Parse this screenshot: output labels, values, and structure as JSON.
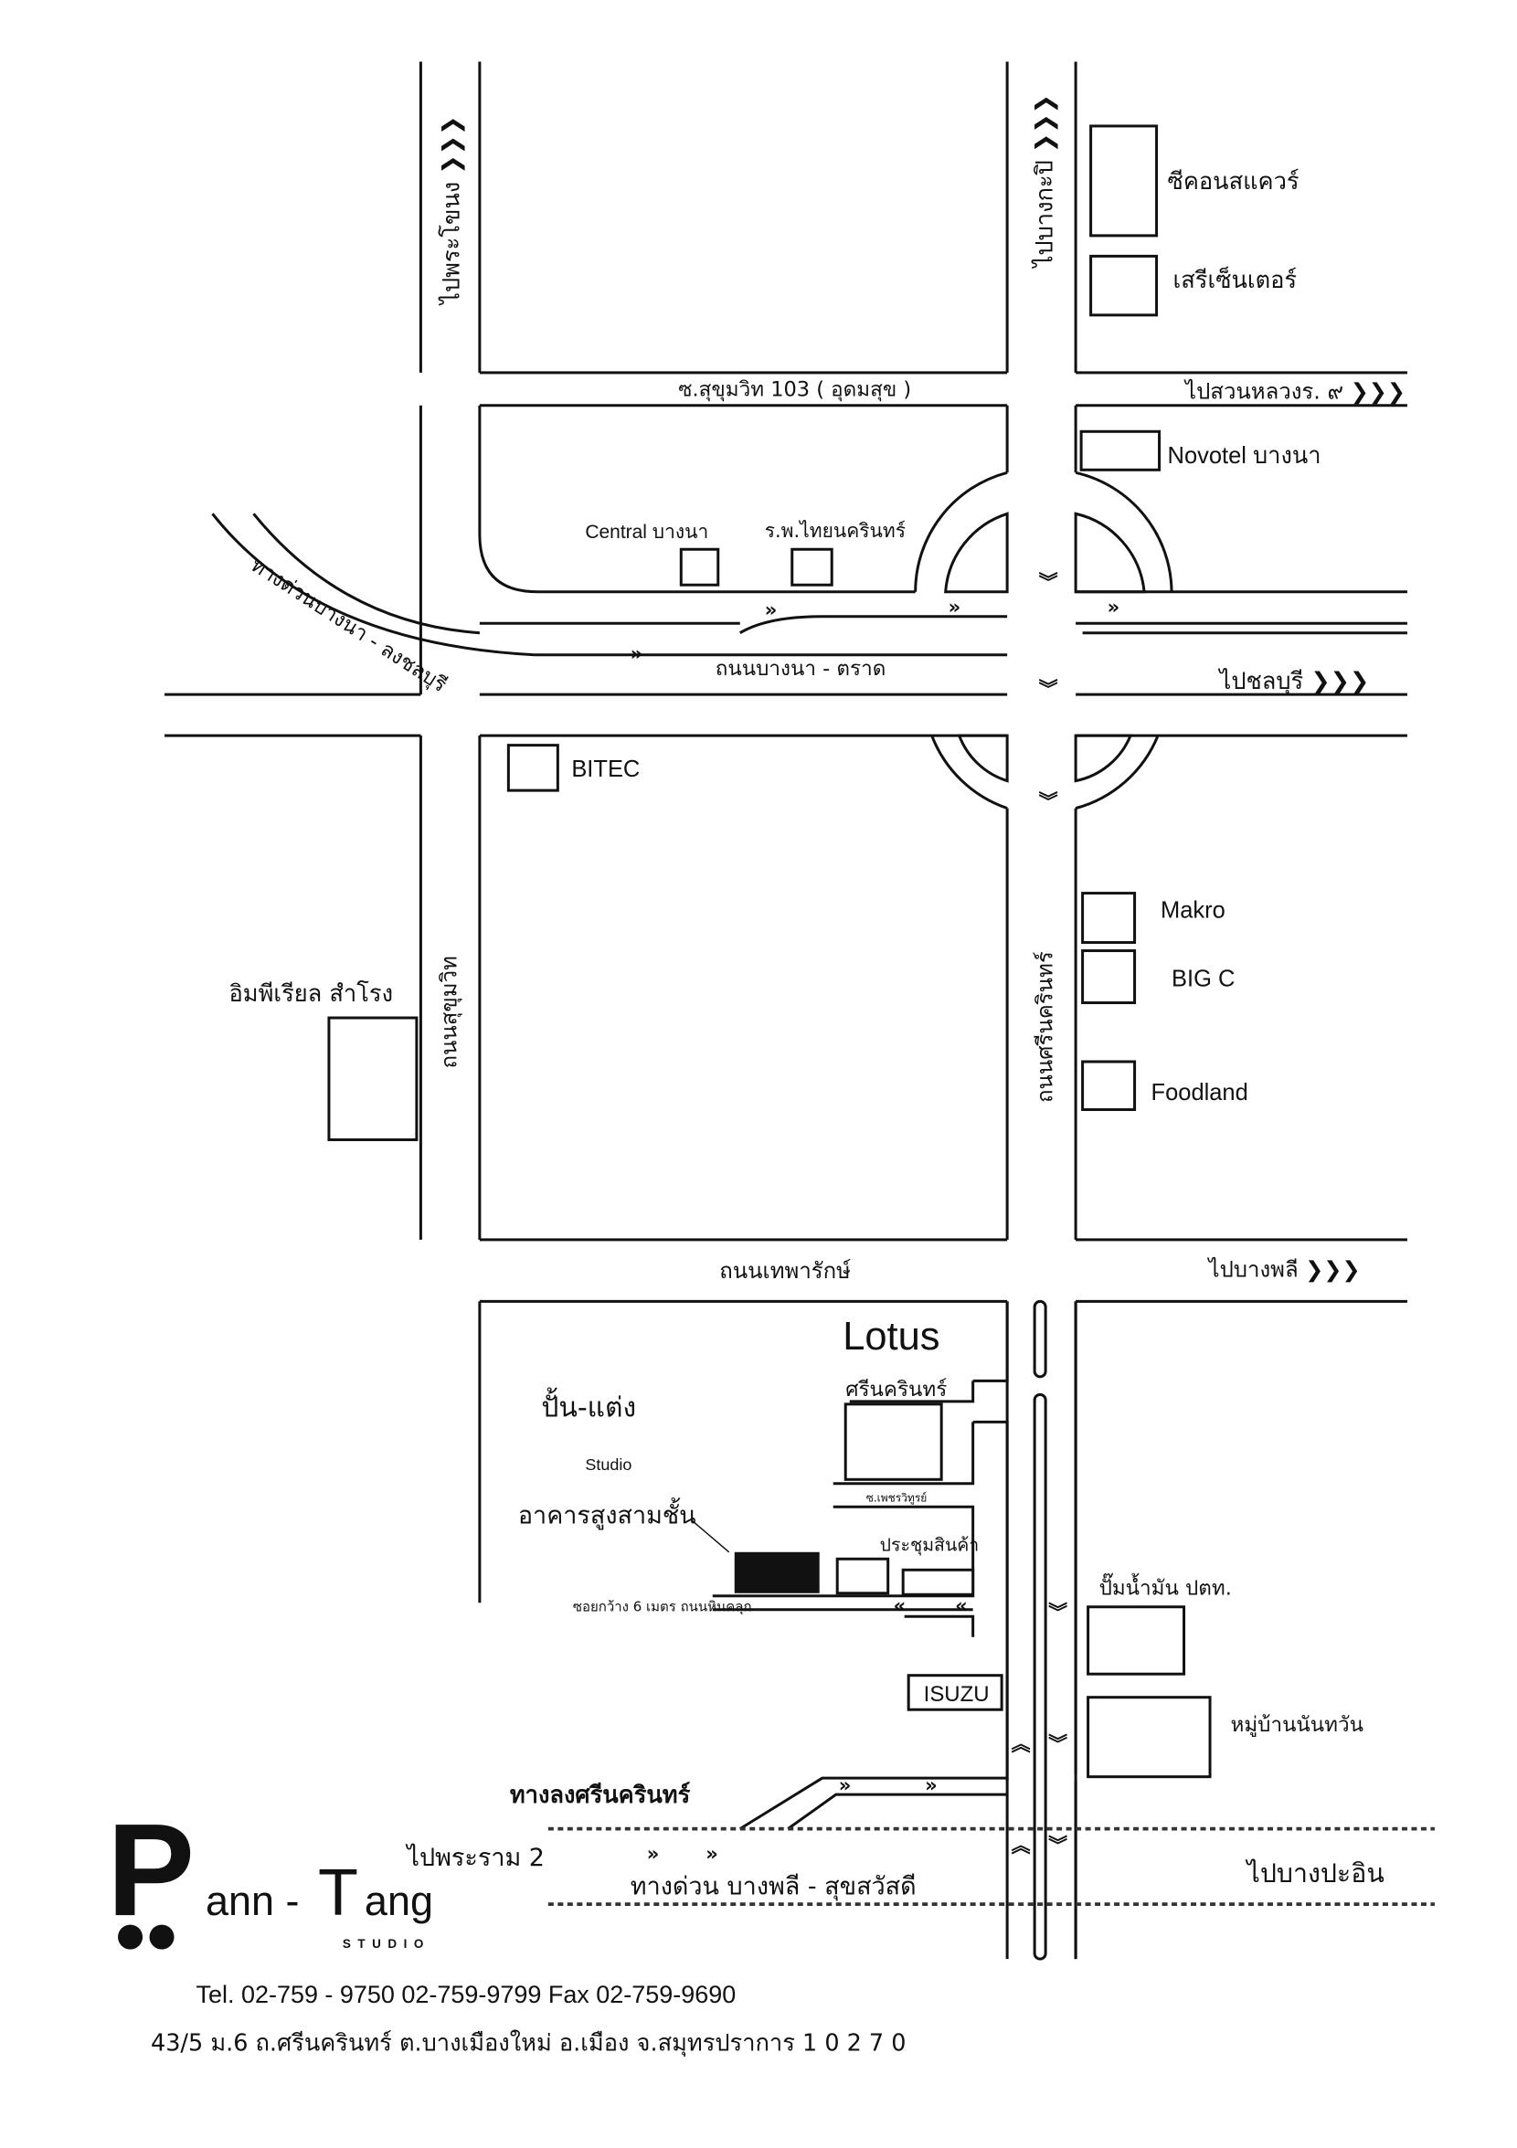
{
  "directions": {
    "to_phra_khanong": "ไปพระโขนง ❯❯❯",
    "to_bang_kapi": "ไปบางกะปิ ❯❯❯",
    "to_suan_luang": "ไปสวนหลวงร. ๙ ❯❯❯",
    "to_chonburi": "ไปชลบุรี ❯❯❯",
    "to_bang_phli": "ไปบางพลี ❯❯❯",
    "to_rama2": "ไปพระราม 2",
    "to_bang_pa_in": "ไปบางปะอิน"
  },
  "roads": {
    "sukhumvit_103": "ซ.สุขุมวิท 103 ( อุดมสุข )",
    "bangna_expressway": "ทางด่วนบางนา - ลงชลบุรี",
    "bangna_trat": "ถนนบางนา - ตราด",
    "sukhumvit": "ถนนสุขุมวิท",
    "srinakarin": "ถนนศรีนครินทร์",
    "theparak": "ถนนเทพารักษ์",
    "soi_phet": "ซ.เพชรวิทูรย์",
    "soi_width": "ซอยกว้าง 6 เมตร ถนนหินคลุก",
    "exit_srinakarin": "ทางลงศรีนครินทร์",
    "expressway_bangphli": "ทางด่วน บางพลี - สุขสวัสดี"
  },
  "landmarks": {
    "seacon": "ซีคอนสแควร์",
    "seri": "เสรีเซ็นเตอร์",
    "novotel": "Novotel บางนา",
    "central": "Central บางนา",
    "hospital": "ร.พ.ไทยนครินทร์",
    "bitec": "BITEC",
    "imperial": "อิมพีเรียล สำโรง",
    "makro": "Makro",
    "bigc": "BIG C",
    "foodland": "Foodland",
    "lotus": "Lotus",
    "lotus_sub": "ศรีนครินทร์",
    "studio_thai": "ปั้น-แต่ง",
    "studio_en": "Studio",
    "building": "อาคารสูงสามชั้น",
    "warehouse": "ประชุมสินค้า",
    "ptt": "ปั๊มน้ำมัน ปตท.",
    "village": "หมู่บ้านนันทวัน",
    "isuzu": "ISUZU"
  },
  "logo": {
    "name_p": "P",
    "name_rest": "ann - ",
    "name_t": "T",
    "name_end": "ang",
    "sub": "STUDIO"
  },
  "contact": {
    "tel": "Tel. 02-759 - 9750  02-759-9799    Fax 02-759-9690",
    "address": "43/5 ม.6 ถ.ศรีนครินทร์  ต.บางเมืองใหม่  อ.เมือง จ.สมุทรปราการ  1 0 2 7 0"
  },
  "arrows": {
    "right": "»",
    "left": "«",
    "down": "︾",
    "up": "︽"
  }
}
